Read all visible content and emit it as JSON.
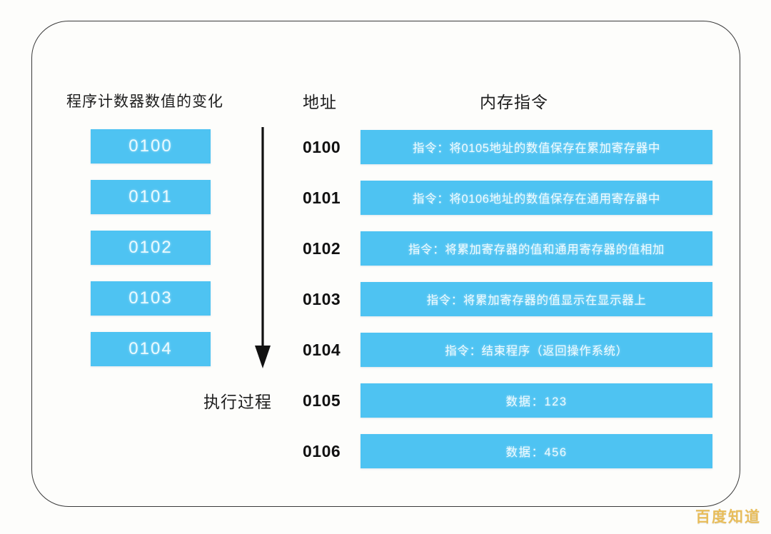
{
  "diagram": {
    "headings": {
      "program_counter": "程序计数器数值的变化",
      "address": "地址",
      "memory_instruction": "内存指令"
    },
    "flow": {
      "caption": "执行过程",
      "arrow_icon": "down-arrow-icon"
    },
    "program_counter_values": [
      {
        "value": "0100"
      },
      {
        "value": "0101"
      },
      {
        "value": "0102"
      },
      {
        "value": "0103"
      },
      {
        "value": "0104"
      }
    ],
    "memory_rows": [
      {
        "address": "0100",
        "content": "指令：将0105地址的数值保存在累加寄存器中",
        "kind": "instruction"
      },
      {
        "address": "0101",
        "content": "指令：将0106地址的数值保存在通用寄存器中",
        "kind": "instruction"
      },
      {
        "address": "0102",
        "content": "指令：将累加寄存器的值和通用寄存器的值相加",
        "kind": "instruction"
      },
      {
        "address": "0103",
        "content": "指令：将累加寄存器的值显示在显示器上",
        "kind": "instruction"
      },
      {
        "address": "0104",
        "content": "指令：结束程序（返回操作系统）",
        "kind": "instruction"
      },
      {
        "address": "0105",
        "content": "数据：123",
        "kind": "data"
      },
      {
        "address": "0106",
        "content": "数据：456",
        "kind": "data"
      }
    ],
    "colors": {
      "cell_blue": "#4EC3F2",
      "border_dark": "#3a3a3a",
      "background": "#fdfdfb",
      "watermark_gold": "#e8bd5a"
    },
    "watermark": "百度知道"
  }
}
